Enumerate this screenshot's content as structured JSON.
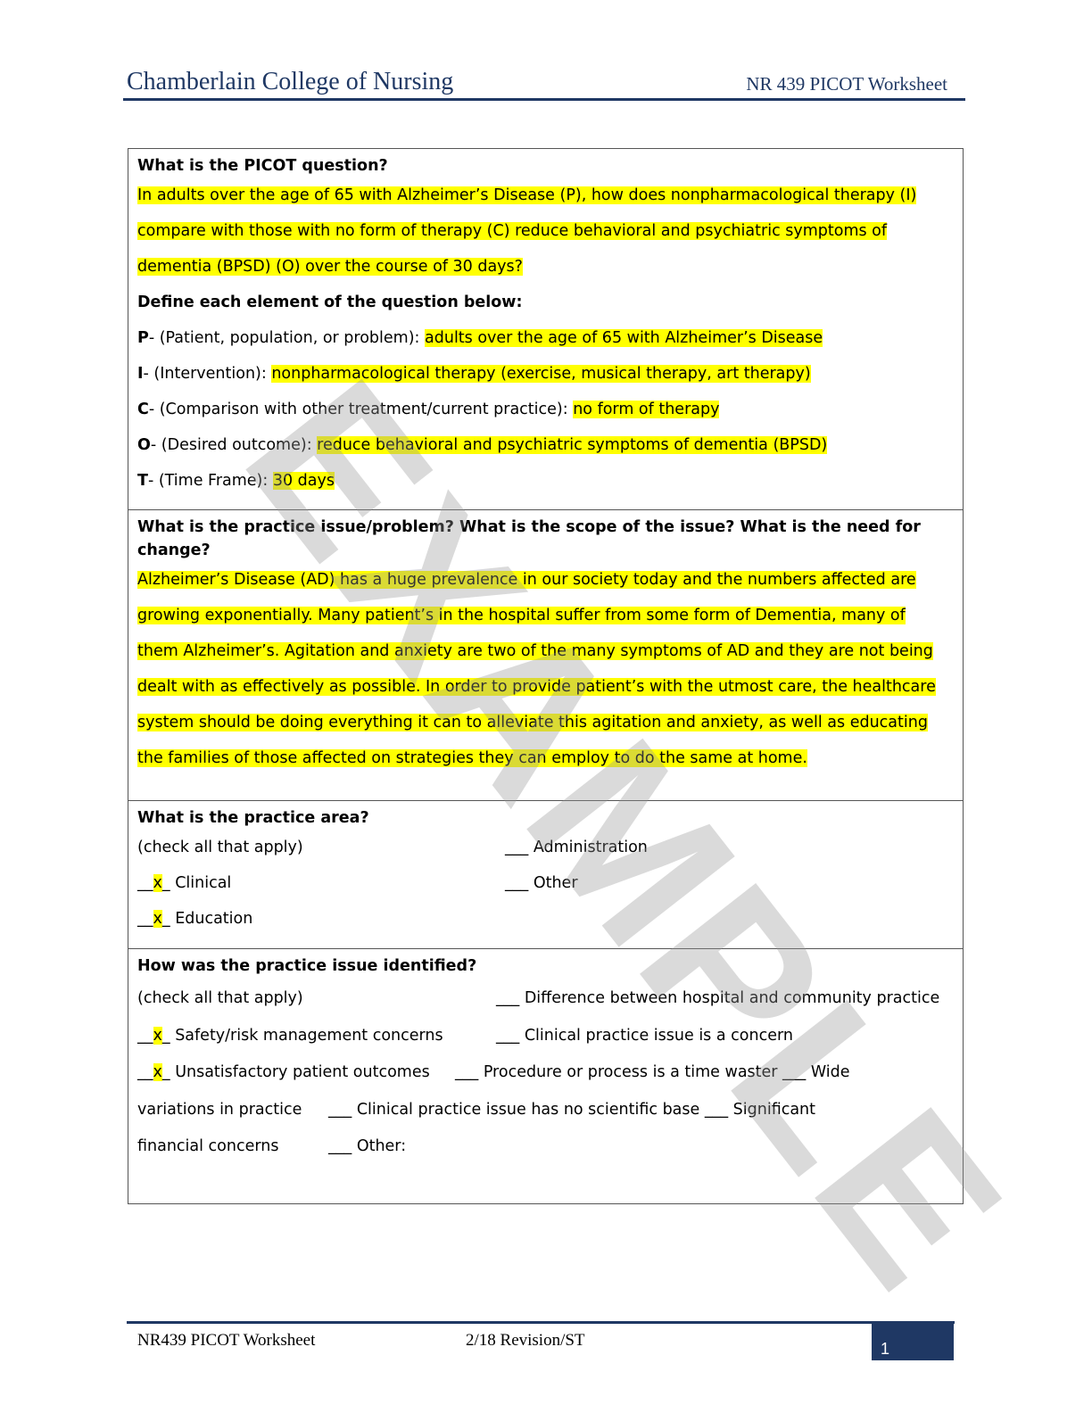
{
  "header": {
    "title": "Chamberlain College of Nursing",
    "subtitle": "NR 439 PICOT Worksheet"
  },
  "watermark": "EXAMPLE",
  "picot": {
    "question_heading": "What is the PICOT question?",
    "question_lines": [
      "In adults over the age of 65 with Alzheimer’s Disease (P), how does nonpharmacological therapy (I)",
      "compare with those with no form of therapy (C) reduce behavioral and psychiatric symptoms of",
      "dementia (BPSD) (O) over the course of 30 days?"
    ],
    "define_heading": "Define each element of the question below:",
    "elements": [
      {
        "letter": "P",
        "label": "- (Patient, population, or problem): ",
        "value": "adults over the age of 65 with Alzheimer’s Disease"
      },
      {
        "letter": "I",
        "label": "- (Intervention): ",
        "value": "nonpharmacological therapy (exercise, musical therapy, art therapy)"
      },
      {
        "letter": "C",
        "label": "- (Comparison with other treatment/current practice): ",
        "value": "no form of therapy"
      },
      {
        "letter": "O",
        "label": "- (Desired outcome): ",
        "value": "reduce behavioral and psychiatric symptoms of dementia (BPSD)"
      },
      {
        "letter": "T",
        "label": "- (Time Frame): ",
        "value": "30 days"
      }
    ]
  },
  "issue": {
    "heading": "What is the practice issue/problem?  What is the scope of the issue? What is the need for change?",
    "lines": [
      "Alzheimer’s Disease (AD) has a huge prevalence in our society today and the numbers affected are",
      "growing exponentially.  Many patient’s in the hospital suffer from some form of Dementia, many of",
      "them Alzheimer’s.  Agitation and anxiety are two of the many symptoms of AD and they are not being",
      "dealt with as effectively as possible.  In order to provide patient’s with the utmost care, the healthcare",
      "system should be doing everything it can to alleviate this agitation and anxiety, as well as educating",
      "the families of those affected on strategies they can employ to do the same at home."
    ]
  },
  "area": {
    "heading": "What is the practice area?",
    "instruction": "(check all that apply)",
    "blank": "___",
    "options": [
      {
        "pre": "__",
        "mark": "x",
        "post": "_ ",
        "label": "Clinical"
      },
      {
        "pre": "__",
        "mark": "x",
        "post": "_ ",
        "label": "Education"
      },
      {
        "pre": "___ ",
        "mark": "",
        "post": "",
        "label": "Administration"
      },
      {
        "pre": "___ ",
        "mark": "",
        "post": "",
        "label": "Other"
      }
    ]
  },
  "identified": {
    "heading": "How was the practice issue identified?",
    "instruction": "(check all that apply)",
    "safety": {
      "pre": "__",
      "mark": "x",
      "post": "_ ",
      "label": "Safety/risk management concerns"
    },
    "outcomes": {
      "pre": "__",
      "mark": "x",
      "post": "_ ",
      "label": "Unsatisfactory patient outcomes"
    },
    "difference": "___ Difference between hospital and community practice",
    "clinical_concern": "___ Clinical practice issue is a concern",
    "procedure": "___ Procedure or process is a time waster ___ Wide",
    "variations": "variations in practice",
    "no_science": "___ Clinical practice issue has no scientific base ___ Significant",
    "financial": "financial concerns",
    "other": "___ Other:"
  },
  "footer": {
    "left": "NR439 PICOT Worksheet",
    "middle": "2/18 Revision/ST",
    "page": "1"
  },
  "colors": {
    "navy": "#1F3864",
    "highlight": "#FFFF00"
  }
}
